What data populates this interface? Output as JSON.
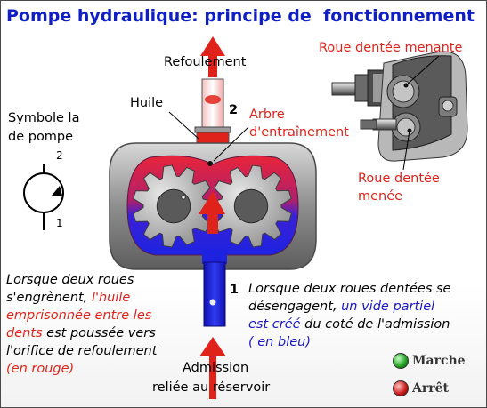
{
  "title": "Pompe hydraulique: principe de  fonctionnement",
  "labels": {
    "refoulement": "Refoulement",
    "huile": "Huile",
    "port_2": "2",
    "port_1": "1",
    "arbre_line1": "Arbre",
    "arbre_line2": "d'entraînement",
    "symbole_line1": "Symbole la",
    "symbole_line2": "de pompe",
    "symbol_2": "2",
    "symbol_1": "1",
    "roue_menante": "Roue dentée menante",
    "roue_menee_line1": "Roue dentée",
    "roue_menee_line2": "menée",
    "admission_line1": "Admission",
    "admission_line2": "reliée au réservoir"
  },
  "left_text": {
    "l1": "Lorsque deux roues",
    "l2a": "s'engrènent, ",
    "l2b": "l'huile",
    "l3": "emprisonnée entre les",
    "l4a": "dents",
    "l4b": " est poussée vers",
    "l5": "l'orifice de refoulement",
    "l6": "(en rouge)"
  },
  "right_text": {
    "l1": "Lorsque deux roues dentées se",
    "l2a": "désengagent, ",
    "l2b": "un vide partiel",
    "l3a": "est créé",
    "l3b": " du coté de l'admission",
    "l4": "( en bleu)"
  },
  "buttons": {
    "marche": "Marche",
    "arret": "Arrêt"
  },
  "colors": {
    "title": "#0f1fc4",
    "pressure_red": "#e0231a",
    "suction_blue": "#1a17c8",
    "marche_led": "#1e9c1e",
    "arret_led": "#c81414"
  }
}
